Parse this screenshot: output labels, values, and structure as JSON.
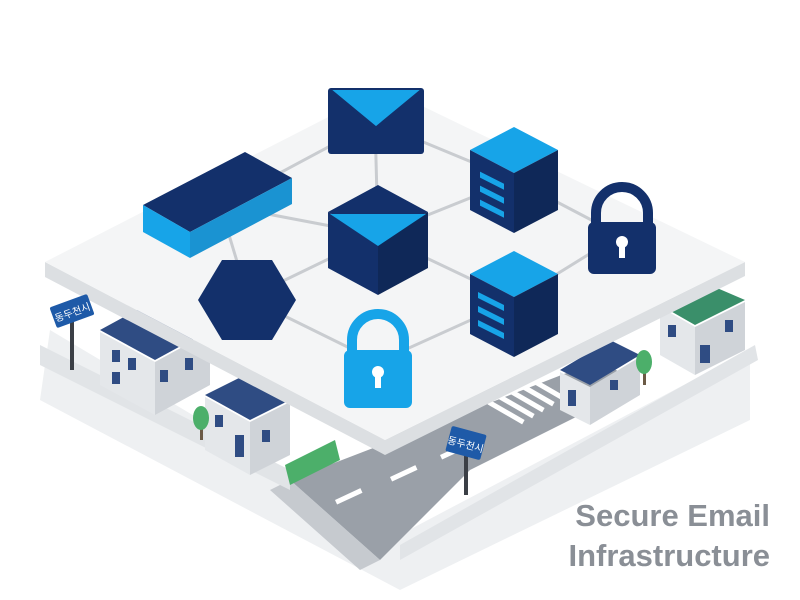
{
  "caption": {
    "line1": "Secure Email",
    "line2": "Infrastructure"
  },
  "street_signs": [
    {
      "text": "동두천시"
    },
    {
      "text": "동두천시"
    }
  ],
  "colors": {
    "navy": "#13306b",
    "light_blue": "#17a4e8",
    "platform": "#f4f5f6",
    "platform_edge": "#dcdfe2",
    "network_line": "#c9ccd0",
    "road": "#8e949c",
    "house_wall": "#e2e5e8",
    "house_roof": "#253f72",
    "green": "#4caf6a"
  },
  "icons": [
    "envelope-icon-top",
    "envelope-cube-icon-center",
    "server-icon-top-right",
    "server-icon-bottom",
    "padlock-icon-right",
    "padlock-icon-bottom",
    "hexagon-node",
    "slab-block-node"
  ]
}
